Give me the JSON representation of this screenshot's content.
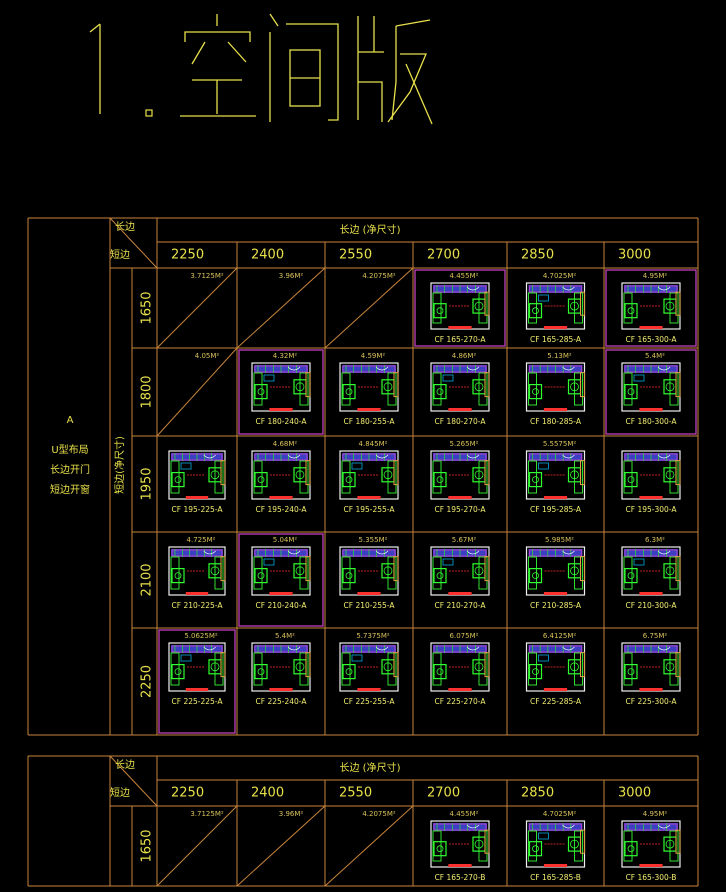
{
  "title": "1.空间版",
  "table1": {
    "corner_top": "长边",
    "corner_bottom": "短边",
    "header_long": "长边   (净尺寸)",
    "short_header": "短边(净尺寸)",
    "side_label": [
      "A",
      "U型布局",
      "长边开门",
      "短边开窗"
    ],
    "columns": [
      "2250",
      "2400",
      "2550",
      "2700",
      "2850",
      "3000"
    ],
    "rows": [
      {
        "label": "1650",
        "cells": [
          {
            "area": "3.7125M²",
            "code": "",
            "empty": true
          },
          {
            "area": "3.96M²",
            "code": "",
            "empty": true
          },
          {
            "area": "4.2075M²",
            "code": "",
            "empty": true
          },
          {
            "area": "4.455M²",
            "code": "CF 165-270-A",
            "highlight": true
          },
          {
            "area": "4.7025M²",
            "code": "CF 165-285-A"
          },
          {
            "area": "4.95M²",
            "code": "CF 165-300-A",
            "highlight": true
          }
        ]
      },
      {
        "label": "1800",
        "cells": [
          {
            "area": "4.05M²",
            "code": "",
            "empty": true
          },
          {
            "area": "4.32M²",
            "code": "CF 180-240-A",
            "highlight": true
          },
          {
            "area": "4.59M²",
            "code": "CF 180-255-A"
          },
          {
            "area": "4.86M²",
            "code": "CF 180-270-A"
          },
          {
            "area": "5.13M²",
            "code": "CF 180-285-A"
          },
          {
            "area": "5.4M²",
            "code": "CF 180-300-A",
            "highlight": true
          }
        ]
      },
      {
        "label": "1950",
        "cells": [
          {
            "area": "",
            "code": "CF 195-225-A"
          },
          {
            "area": "4.68M²",
            "code": "CF 195-240-A"
          },
          {
            "area": "4.845M²",
            "code": "CF 195-255-A"
          },
          {
            "area": "5.265M²",
            "code": "CF 195-270-A"
          },
          {
            "area": "5.5575M²",
            "code": "CF 195-285-A"
          },
          {
            "area": "",
            "code": "CF 195-300-A"
          }
        ]
      },
      {
        "label": "2100",
        "cells": [
          {
            "area": "4.725M²",
            "code": "CF 210-225-A"
          },
          {
            "area": "5.04M²",
            "code": "CF 210-240-A",
            "highlight": true
          },
          {
            "area": "5.355M²",
            "code": "CF 210-255-A"
          },
          {
            "area": "5.67M²",
            "code": "CF 210-270-A"
          },
          {
            "area": "5.985M²",
            "code": "CF 210-285-A"
          },
          {
            "area": "6.3M²",
            "code": "CF 210-300-A"
          }
        ]
      },
      {
        "label": "2250",
        "cells": [
          {
            "area": "5.0625M²",
            "code": "CF 225-225-A",
            "highlight": true
          },
          {
            "area": "5.4M²",
            "code": "CF 225-240-A"
          },
          {
            "area": "5.7375M²",
            "code": "CF 225-255-A"
          },
          {
            "area": "6.075M²",
            "code": "CF 225-270-A"
          },
          {
            "area": "6.4125M²",
            "code": "CF 225-285-A"
          },
          {
            "area": "6.75M²",
            "code": "CF 225-300-A"
          }
        ]
      }
    ]
  },
  "table2": {
    "corner_top": "长边",
    "corner_bottom": "短边",
    "header_long": "长边   (净尺寸)",
    "columns": [
      "2250",
      "2400",
      "2550",
      "2700",
      "2850",
      "3000"
    ],
    "rows": [
      {
        "label": "1650",
        "cells": [
          {
            "area": "3.7125M²",
            "code": "",
            "empty": true
          },
          {
            "area": "3.96M²",
            "code": "",
            "empty": true
          },
          {
            "area": "4.2075M²",
            "code": "",
            "empty": true
          },
          {
            "area": "4.455M²",
            "code": "CF 165-270-B"
          },
          {
            "area": "4.7025M²",
            "code": "CF 165-285-B"
          },
          {
            "area": "4.95M²",
            "code": "CF 165-300-B"
          }
        ]
      }
    ]
  },
  "colors": {
    "grid": "#c8843a",
    "text": "#e8e04a",
    "highlight": "#c040c0"
  }
}
